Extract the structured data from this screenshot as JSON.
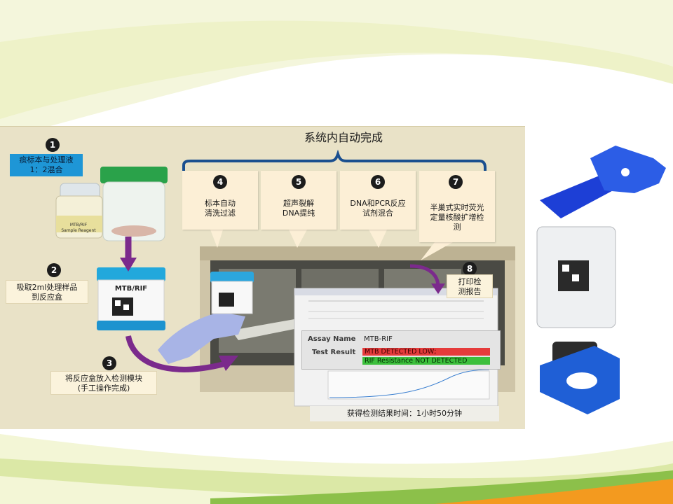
{
  "diagram": {
    "title": "系统内自动完成",
    "steps": [
      {
        "num": "1",
        "lines": [
          "痰标本与处理液",
          "1：2混合"
        ]
      },
      {
        "num": "2",
        "lines": [
          "吸取2ml处理样品",
          "到反应盒"
        ]
      },
      {
        "num": "3",
        "lines": [
          "将反应盒放入检测模块",
          "(手工操作完成)"
        ]
      },
      {
        "num": "4",
        "lines": [
          "标本自动",
          "清洗过滤"
        ]
      },
      {
        "num": "5",
        "lines": [
          "超声裂解",
          "DNA提纯"
        ]
      },
      {
        "num": "6",
        "lines": [
          "DNA和PCR反应",
          "试剂混合"
        ]
      },
      {
        "num": "7",
        "lines": [
          "半巢式实时荧光",
          "定量核酸扩增检",
          "测"
        ]
      },
      {
        "num": "8",
        "lines": [
          "打印检",
          "测报告"
        ]
      }
    ],
    "cartridge_label": "MTB/RIF",
    "vial_label": "MTB/RIF",
    "vial_sublabel": "Sample Reagent",
    "result": {
      "assay_name_label": "Assay Name",
      "assay_name_value": "MTB-RIF",
      "test_result_label": "Test Result",
      "result_line_1": "MTB DETECTED LOW;",
      "result_line_2": "RIF Resistance NOT DETECTED"
    },
    "time_caption": "获得检测结果时间：1小时50分钟"
  },
  "colors": {
    "panel": "#e9e2c7",
    "step_box_blue": "#1e96d6",
    "arrow_purple": "#7b2a8c",
    "bracket_blue": "#1a4f8f",
    "cartridge_blue": "#1f5fd6"
  }
}
